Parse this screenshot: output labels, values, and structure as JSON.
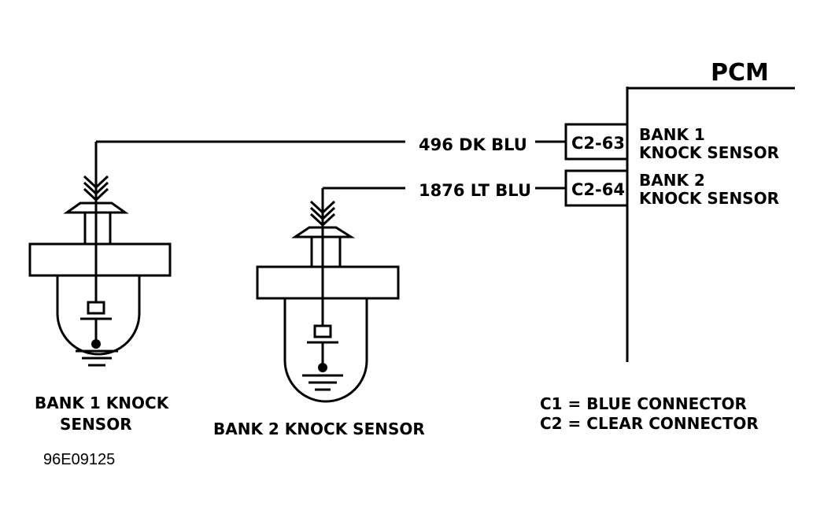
{
  "pcm": {
    "title": "PCM",
    "connectors": [
      {
        "pin": "C2-63",
        "wire": "496  DK BLU",
        "desc_line1": "BANK 1",
        "desc_line2": "KNOCK SENSOR"
      },
      {
        "pin": "C2-64",
        "wire": "1876 LT BLU",
        "desc_line1": "BANK 2",
        "desc_line2": "KNOCK SENSOR"
      }
    ]
  },
  "sensors": [
    {
      "label_line1": "BANK 1 KNOCK",
      "label_line2": "SENSOR"
    },
    {
      "label_line1": "BANK 2 KNOCK  SENSOR"
    }
  ],
  "legend": {
    "c1": "C1  =  BLUE CONNECTOR",
    "c2": "C2  =  CLEAR CONNECTOR"
  },
  "figure_id": "96E09125"
}
